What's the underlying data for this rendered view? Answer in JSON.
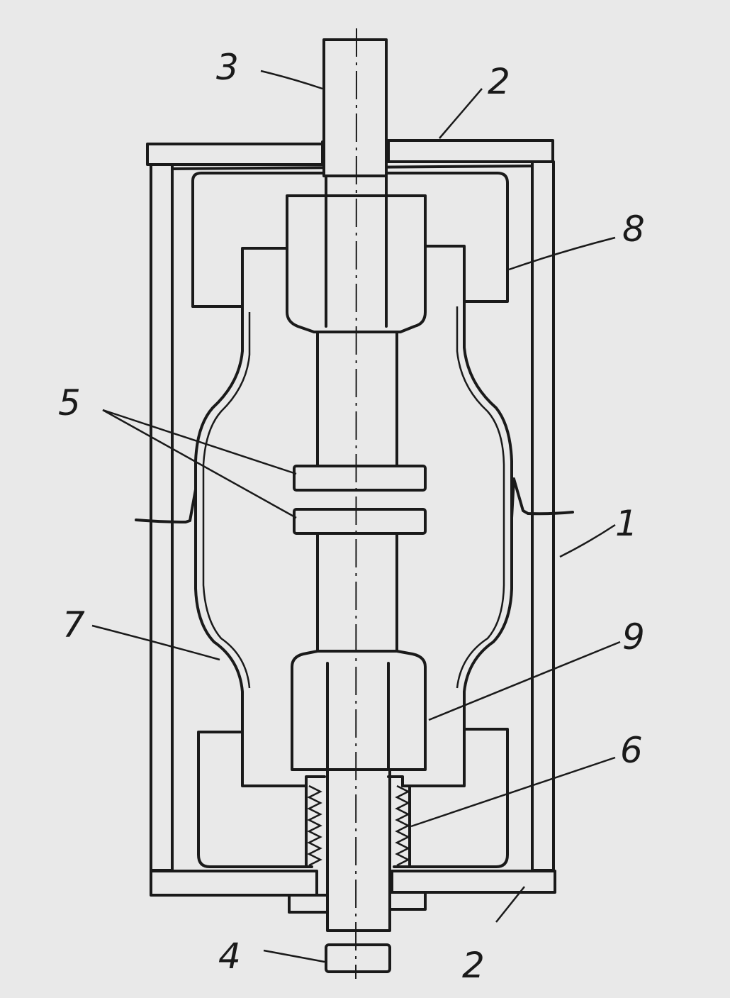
{
  "diagram": {
    "labels": {
      "l1": "1",
      "l2_top": "2",
      "l2_bottom": "2",
      "l3": "3",
      "l4": "4",
      "l5": "5",
      "l6": "6",
      "l7": "7",
      "l8": "8",
      "l9": "9"
    },
    "colors": {
      "background": "#e9e9e9",
      "ink": "#1a1a1a"
    }
  }
}
